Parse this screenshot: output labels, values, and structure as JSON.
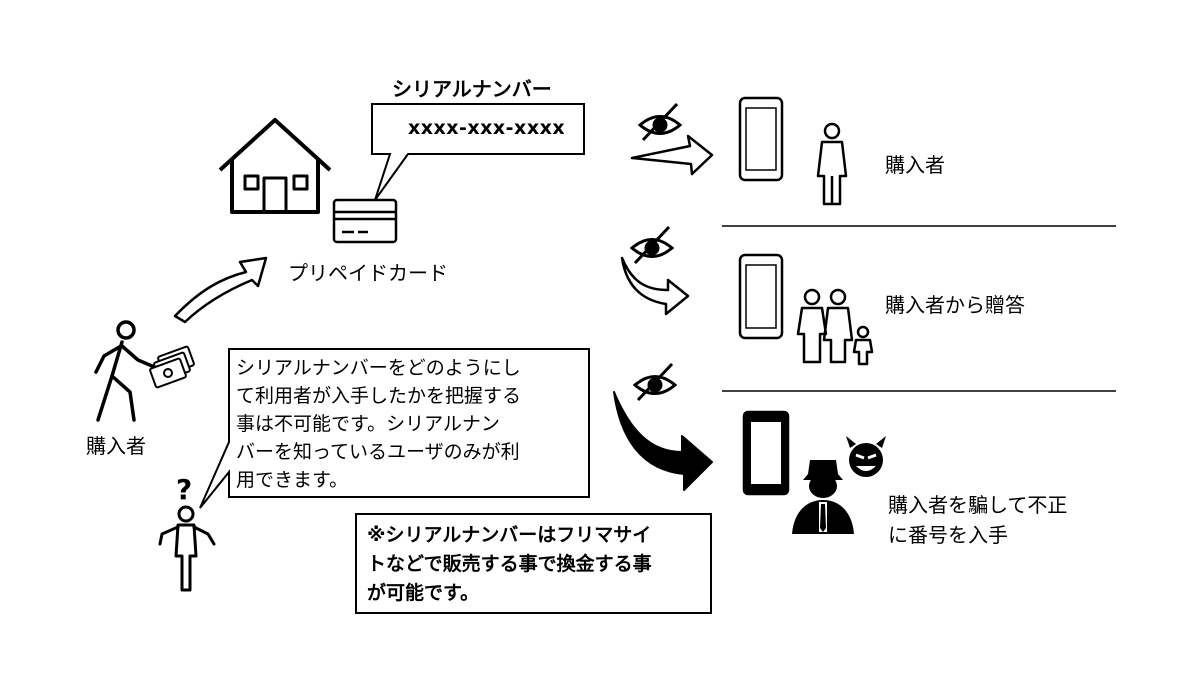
{
  "serial_title": "シリアルナンバー",
  "serial_value": "xxxx-xxx-xxxx",
  "prepaid_card_label": "プリペイドカード",
  "buyer_label": "購入者",
  "callout_lines": [
    "シリアルナンバーをどのようにし",
    "て利用者が入手したかを把握する",
    "事は不可能です。シリアルナン",
    "バーを知っているユーザのみが利",
    "用できます。"
  ],
  "question_mark": "?",
  "note_lines": [
    "※シリアルナンバーはフリマサイ",
    "トなどで販売する事で換金する事",
    "が可能です。"
  ],
  "recipients": [
    {
      "lines": [
        "購入者"
      ]
    },
    {
      "lines": [
        "購入者から贈答"
      ]
    },
    {
      "lines": [
        "購入者を騙して不正",
        "に番号を入手"
      ]
    }
  ],
  "icons": [
    "house-icon",
    "card-icon",
    "walking-person-icon",
    "money-icon",
    "confused-person-icon",
    "eye-slash-icon",
    "smartphone-icon",
    "person-icon",
    "family-icon",
    "devil-icon",
    "hacker-icon"
  ],
  "colors": {
    "stroke": "#000000",
    "background": "#ffffff"
  }
}
